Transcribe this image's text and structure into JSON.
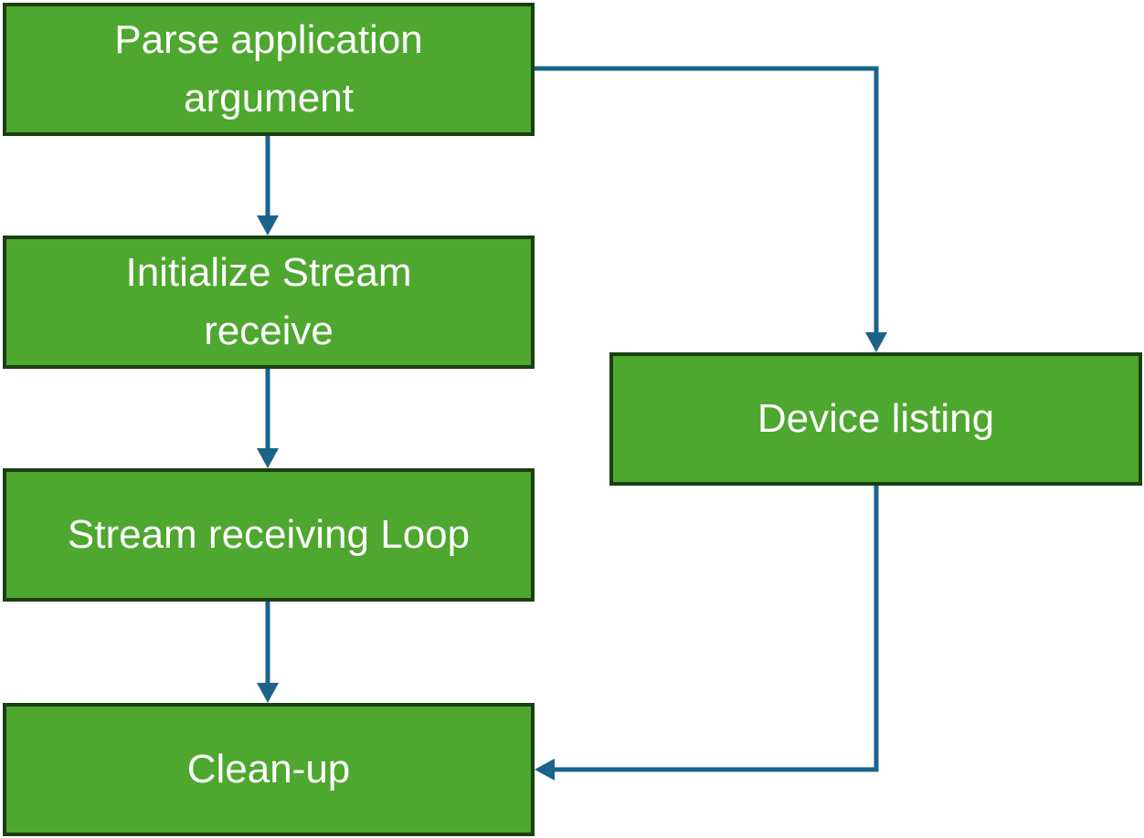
{
  "colors": {
    "node_fill": "#4ea72e",
    "node_border": "#1b3f12",
    "node_text": "#ffffff",
    "connector": "#1a6389"
  },
  "nodes": {
    "parse": {
      "label": "Parse application\nargument"
    },
    "init": {
      "label": "Initialize Stream\nreceive"
    },
    "loop": {
      "label": "Stream receiving Loop"
    },
    "cleanup": {
      "label": "Clean-up"
    },
    "device": {
      "label": "Device listing"
    }
  },
  "edges": [
    {
      "from": "parse",
      "to": "init"
    },
    {
      "from": "init",
      "to": "loop"
    },
    {
      "from": "loop",
      "to": "cleanup"
    },
    {
      "from": "parse",
      "to": "device"
    },
    {
      "from": "device",
      "to": "cleanup"
    }
  ]
}
